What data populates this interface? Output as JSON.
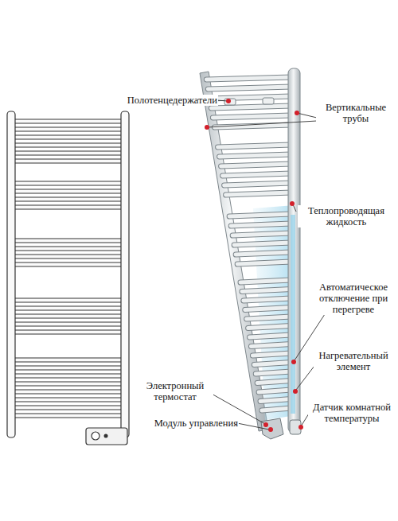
{
  "diagram": {
    "labels": [
      "Полотенцедержатели",
      "Вертикальные трубы",
      "Теплопроводящая жидкость",
      "Автоматическое отключение при перегреве",
      "Нагревательный элемент",
      "Электронный термостат",
      "Датчик комнатной температуры",
      "Модуль управления"
    ]
  }
}
